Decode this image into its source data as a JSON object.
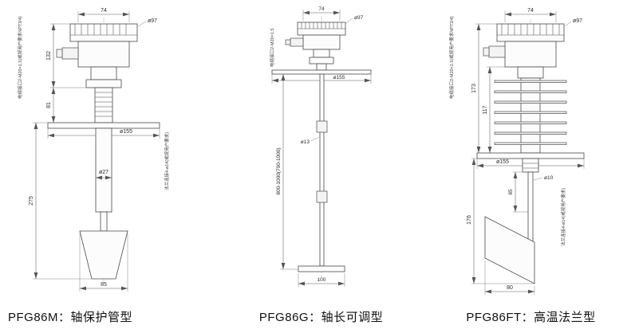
{
  "figures": [
    {
      "caption": "PFG86M：轴保护管型",
      "note_cable": "电缆接口2-M20×1.5(或按用户要求NPT3/4)",
      "note_flange": "法兰连接4-ø14(或按用户要求)",
      "dims": {
        "lid_width": "74",
        "head_dia": "ø97",
        "upper_height": "132",
        "lower_height": "81",
        "flange_dia": "ø155",
        "tube_dia": "ø27",
        "insertion_length": "275",
        "paddle_width": "85"
      }
    },
    {
      "caption": "PFG86G：轴长可调型",
      "note_cable": "电缆接口2-M20×1.5",
      "dims": {
        "lid_width": "74",
        "head_dia": "ø97",
        "flange_dia": "ø155",
        "shaft_dia": "ø13",
        "adjust_range": "800-1000(700-1000)",
        "paddle_width": "100"
      }
    },
    {
      "caption": "PFG86FT：高温法兰型",
      "note_cable": "电缆接口2-M20×1.5(或按用户要求NPT3/4)",
      "note_flange": "法兰连接4-ø14(或按用户要求)",
      "dims": {
        "lid_width": "74",
        "head_dia": "ø97",
        "upper_height": "173",
        "lower_height": "117",
        "flange_dia": "ø155",
        "shaft_dia": "ø10",
        "neck_length": "85",
        "insertion_length": "176",
        "paddle_width": "80"
      }
    }
  ]
}
